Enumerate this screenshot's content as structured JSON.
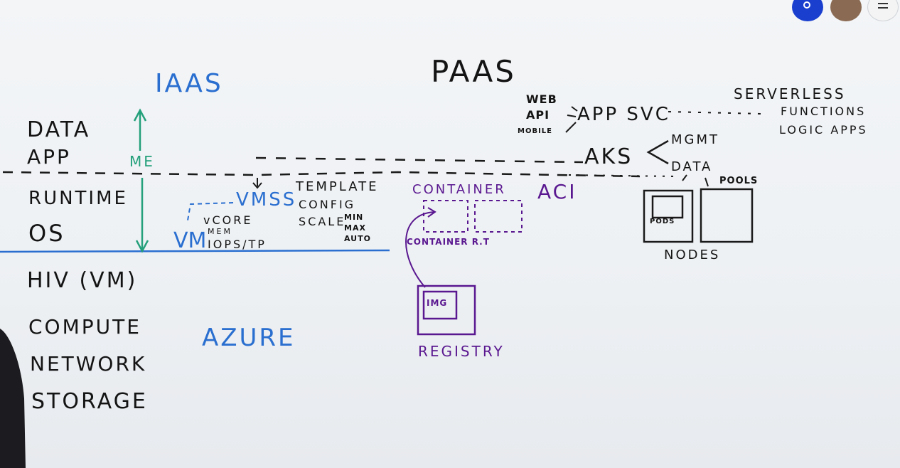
{
  "stack": {
    "data": "DATA",
    "app": "APP",
    "runtime": "RUNTIME",
    "os": "OS",
    "hv": "HIV (VM)",
    "compute": "COMPUTE",
    "network": "NETWORK",
    "storage": "STORAGE"
  },
  "headers": {
    "iaas": "IAAS",
    "paas": "PAAS",
    "azure": "AZURE",
    "me": "ME"
  },
  "vm": {
    "vmss": "VMSS",
    "vm": "VM",
    "vcore": "vCORE",
    "mem": "MEM",
    "iops": "IOPS/TP"
  },
  "vmss_props": {
    "template": "TEMPLATE",
    "config": "CONFIG",
    "scale": "SCALE",
    "min": "MIN",
    "max": "MAX",
    "auto": "AUTO"
  },
  "appsvc": {
    "web": "WEB",
    "api": "API",
    "mobile": "MOBILE",
    "label": "APP SVC"
  },
  "serverless": {
    "title": "SERVERLESS",
    "functions": "FUNCTIONS",
    "logic_apps": "LOGIC APPS"
  },
  "aks": {
    "label": "AKS",
    "mgmt": "MGMT",
    "data": "DATA",
    "pools": "POOLS",
    "pods": "PODS",
    "nodes": "NODES"
  },
  "aci": "ACI",
  "containers": {
    "container": "CONTAINER",
    "container_rt": "CONTAINER R.T",
    "img": "IMG",
    "registry": "REGISTRY"
  },
  "colors": {
    "black": "#141414",
    "blue": "#2a6fd0",
    "green": "#24a07a",
    "purple": "#5a1890"
  },
  "toolbar": {
    "icons": [
      "user-icon",
      "avatar",
      "menu-icon"
    ]
  }
}
